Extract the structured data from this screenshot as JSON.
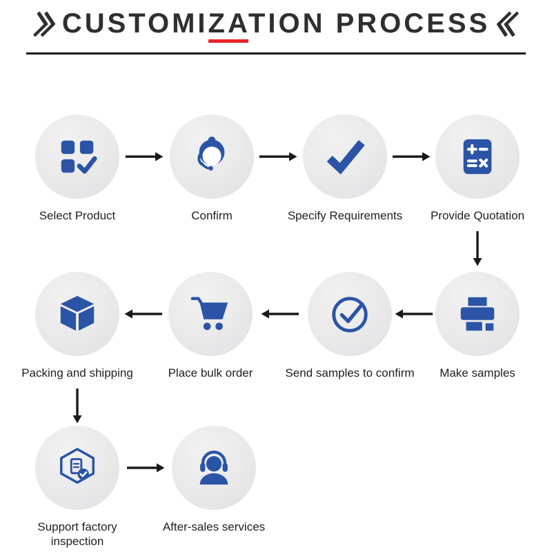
{
  "title": {
    "prefix": "CUSTOMI",
    "highlight": "ZA",
    "suffix": "TION PROCESS",
    "left_mark_icon": "double-chevron-right-icon",
    "right_mark_icon": "double-chevron-left-icon"
  },
  "colors": {
    "icon_blue": "#2B54A6",
    "circle_bg": "#E9E9EA",
    "arrow": "#1A1A1A",
    "title_color": "#2F2F2F",
    "accent_red": "#E8262A",
    "label_color": "#1F1F1F"
  },
  "rows": [
    {
      "steps": [
        {
          "label": "Select Product",
          "icon": "select-product-icon"
        },
        {
          "label": "Confirm",
          "icon": "customer-service-icon"
        },
        {
          "label": "Specify Requirements",
          "icon": "checkmark-icon"
        },
        {
          "label": "Provide Quotation",
          "icon": "calculator-icon"
        }
      ]
    },
    {
      "steps": [
        {
          "label": "Packing and shipping",
          "icon": "package-box-icon"
        },
        {
          "label": "Place bulk order",
          "icon": "shopping-cart-icon"
        },
        {
          "label": "Send samples to confirm",
          "icon": "circle-check-icon"
        },
        {
          "label": "Make samples",
          "icon": "printer-icon"
        }
      ]
    },
    {
      "steps": [
        {
          "label": "Support factory inspection",
          "icon": "inspection-badge-icon"
        },
        {
          "label": "After-sales services",
          "icon": "after-sales-headset-icon"
        }
      ]
    }
  ]
}
